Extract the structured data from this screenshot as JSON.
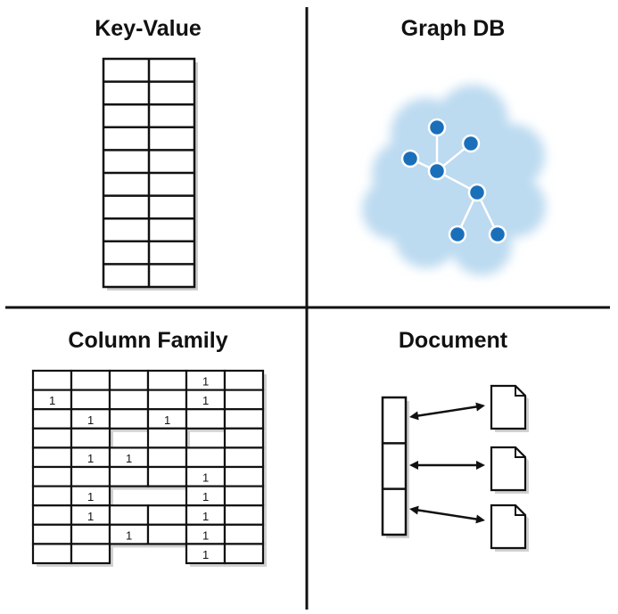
{
  "titles": {
    "key_value": "Key-Value",
    "graph_db": "Graph DB",
    "column_family": "Column Family",
    "document": "Document"
  },
  "colors": {
    "line": "#111111",
    "cloud": "#b9d8ef",
    "node": "#1a6fba",
    "node_outline": "#ffffff",
    "shadow": "#9a9a9a"
  },
  "key_value": {
    "rows": 10,
    "columns": 2
  },
  "graph": {
    "nodes": [
      "n1",
      "n2",
      "n3",
      "n4",
      "n5",
      "n6",
      "n7"
    ],
    "edges": [
      [
        "n4",
        "n1"
      ],
      [
        "n4",
        "n2"
      ],
      [
        "n4",
        "n3"
      ],
      [
        "n4",
        "n5"
      ],
      [
        "n5",
        "n6"
      ],
      [
        "n5",
        "n7"
      ]
    ]
  },
  "column_family": {
    "rows": 10,
    "columns": 6,
    "value_text": "1",
    "filled": [
      [
        0,
        4
      ],
      [
        1,
        0
      ],
      [
        1,
        4
      ],
      [
        2,
        1
      ],
      [
        2,
        3
      ],
      [
        4,
        1
      ],
      [
        4,
        2
      ],
      [
        5,
        4
      ],
      [
        6,
        1
      ],
      [
        6,
        4
      ],
      [
        7,
        1
      ],
      [
        7,
        4
      ],
      [
        8,
        2
      ],
      [
        8,
        4
      ],
      [
        9,
        4
      ]
    ],
    "missing": [
      [
        3,
        2
      ],
      [
        3,
        4
      ],
      [
        6,
        2
      ],
      [
        6,
        3
      ],
      [
        9,
        2
      ],
      [
        9,
        3
      ]
    ]
  },
  "document": {
    "slots": 3,
    "documents": 3
  }
}
